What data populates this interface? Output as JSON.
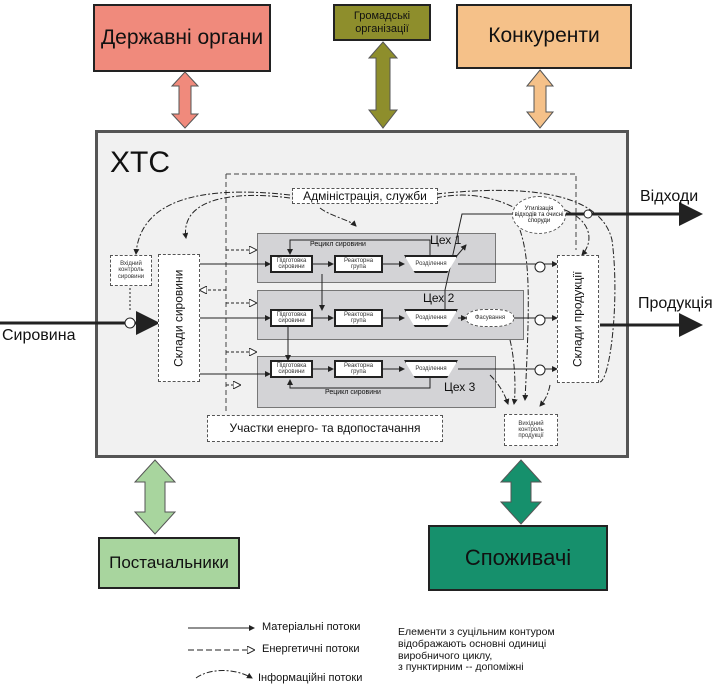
{
  "external": {
    "gov": "Державні органи",
    "public_orgs": "Громадські організації",
    "competitors": "Конкуренти",
    "suppliers": "Постачальники",
    "consumers": "Споживачі"
  },
  "system": {
    "title": "ХТС",
    "admin": "Адміністрація, служби",
    "raw_storage": "Склади сировини",
    "product_storage": "Склади продукції",
    "energy": "Участки енерго- та вдопостачання",
    "utilization": "Утилізація відходів та очисні споруди",
    "input_control": "Вхідний контроль сировини",
    "output_control": "Вихідний контроль продукції",
    "shops": [
      {
        "name": "Цех 1",
        "recycle": "Рецикл сировини"
      },
      {
        "name": "Цех 2",
        "recycle": ""
      },
      {
        "name": "Цех 3",
        "recycle": "Рецикл сировини"
      }
    ],
    "prep": "Підготовка сировини",
    "reactor": "Реакторна група",
    "separation": "Розділення",
    "packing": "Фасування"
  },
  "flows": {
    "input": "Сировина",
    "waste": "Відходи",
    "product": "Продукція"
  },
  "legend": {
    "material": "Матеріальні потоки",
    "energy": "Енергетичні потоки",
    "info": "Інформаційні потоки",
    "note": [
      "Елементи з суцільним контуром",
      "відображають основні одиниці",
      "виробничого циклу,",
      "з пунктирним -- допоміжні"
    ]
  },
  "colors": {
    "gov": "#f08a7c",
    "public_orgs": "#8e8e2c",
    "competitors": "#f5c189",
    "suppliers": "#a8d59e",
    "consumers": "#16906c",
    "shop_bg": "#d3d3d6"
  }
}
